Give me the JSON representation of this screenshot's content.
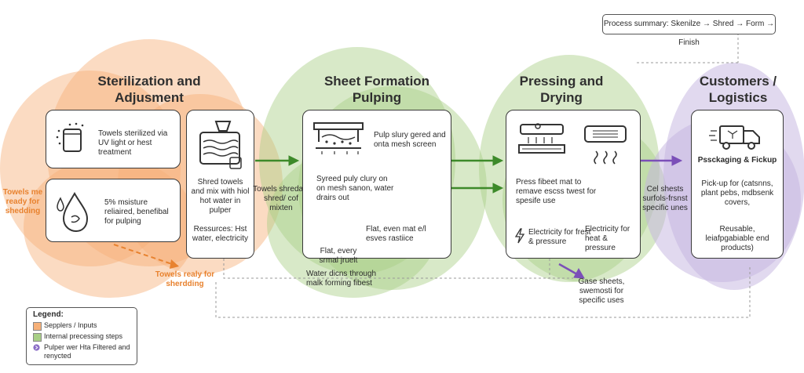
{
  "summary": "Process summary: Skenilze → Shred → Form → Finish",
  "stages": {
    "sterilization": {
      "title": "Sterilization and\nAdjusment",
      "box1_text": "Towels sterilized via UV light or hest treatment",
      "box2_text": "5% msisture reliaired, benefibal for pulping",
      "shred_text": "Shred towels and mix with hiol hot water in pulper",
      "resources": "Ressurces: Hst water, electricity",
      "note_left": "Towels me ready for shedding",
      "note_bottom": "Towels realy for sherdding"
    },
    "sheet_formation": {
      "title": "Sheet Formation\nPulping",
      "side_label": "Towels shredal / shred/ cof mixten",
      "box_text1": "Pulp slury gered and onta mesh screen",
      "box_text2": "Syreed puly clury on on mesh sanon, water drairs out",
      "box_text3": "Flat, even mat e/l esves rastiice",
      "box_text4": "Flat, every srmal jruelt",
      "below_text": "Water dicns through malk forming fibest"
    },
    "pressing": {
      "title": "Pressing and\nDrying",
      "box_text1": "Press fibeet mat to remave escss twest for spesife use",
      "power1": "Electricity for frest & pressure",
      "power2": "Electricity for heat & pressure",
      "side_label": "Cel shests surfols-frsnst specific unes",
      "below_text": "Gase sheets, swemosti for specific uses"
    },
    "customers": {
      "title": "Customers /\nLogistics",
      "pack_title": "Pssckaging & Fickup",
      "pack_text": "Pick-up for (catsnns, plant pebs, mdbsenk covers,",
      "reusable": "Reusable, leiafpgabiable end products)"
    }
  },
  "legend": {
    "title": "Legend:",
    "items": [
      {
        "label": "Sepplers / Inputs",
        "color": "#f6b078"
      },
      {
        "label": "Internal precessing steps",
        "color": "#a8cf86"
      },
      {
        "label": "Pulper wer Hta Filtered and renycted",
        "color": "#8a6cc6"
      }
    ]
  },
  "colors": {
    "orange": "#e8822f",
    "green": "#3d8a2a",
    "purple": "#7b4fb8"
  },
  "icons": [
    "towel-icon",
    "droplet-icon",
    "shredder-icon",
    "mesh-screen-icon",
    "press-icon",
    "dryer-icon",
    "lightning-icon",
    "truck-icon",
    "recycle-icon"
  ]
}
